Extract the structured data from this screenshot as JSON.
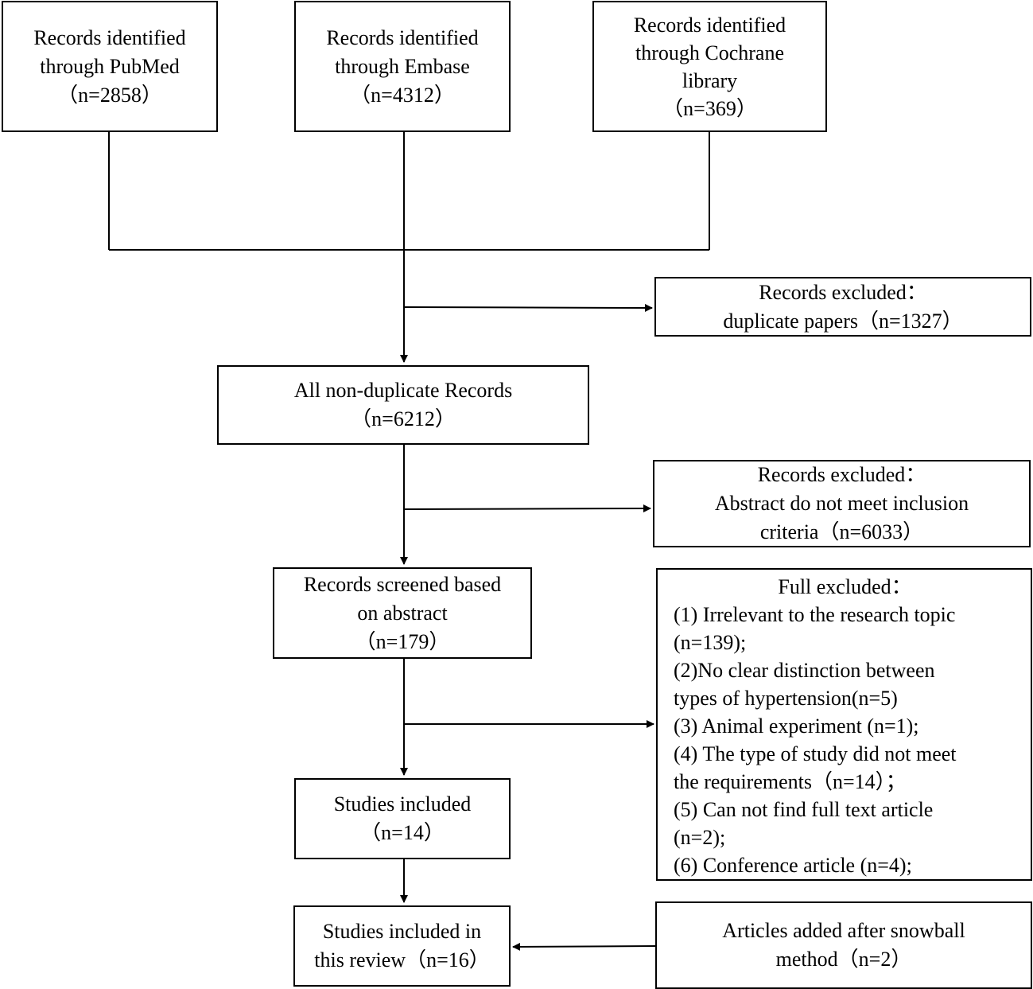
{
  "flowchart": {
    "pubmed": [
      "Records identified",
      "through PubMed",
      "（n=2858）"
    ],
    "embase": [
      "Records identified",
      "through Embase",
      "（n=4312）"
    ],
    "cochrane": [
      "Records identified",
      "through Cochrane",
      "library",
      "（n=369）"
    ],
    "excluded_duplicates": [
      "Records excluded：",
      "duplicate papers（n=1327）"
    ],
    "non_duplicate": [
      "All non-duplicate Records",
      "（n=6212）"
    ],
    "excluded_abstract": [
      "Records excluded：",
      "Abstract do not meet inclusion",
      "criteria（n=6033）"
    ],
    "screened": [
      "Records screened based",
      "on abstract",
      "（n=179）"
    ],
    "full_excluded": {
      "title": "Full excluded：",
      "items": [
        "(1) Irrelevant to the research topic",
        "(n=139);",
        "(2)No clear distinction between",
        "types of hypertension(n=5)",
        "(3) Animal experiment (n=1);",
        "(4) The type of study did not meet",
        "the requirements（n=14）；",
        "(5) Can not find full text article",
        "(n=2);",
        "(6) Conference article (n=4);"
      ]
    },
    "included": [
      "Studies included",
      "（n=14）"
    ],
    "review": [
      "Studies included in",
      "this review（n=16）"
    ],
    "snowball": [
      "Articles added after snowball",
      "method（n=2）"
    ]
  }
}
